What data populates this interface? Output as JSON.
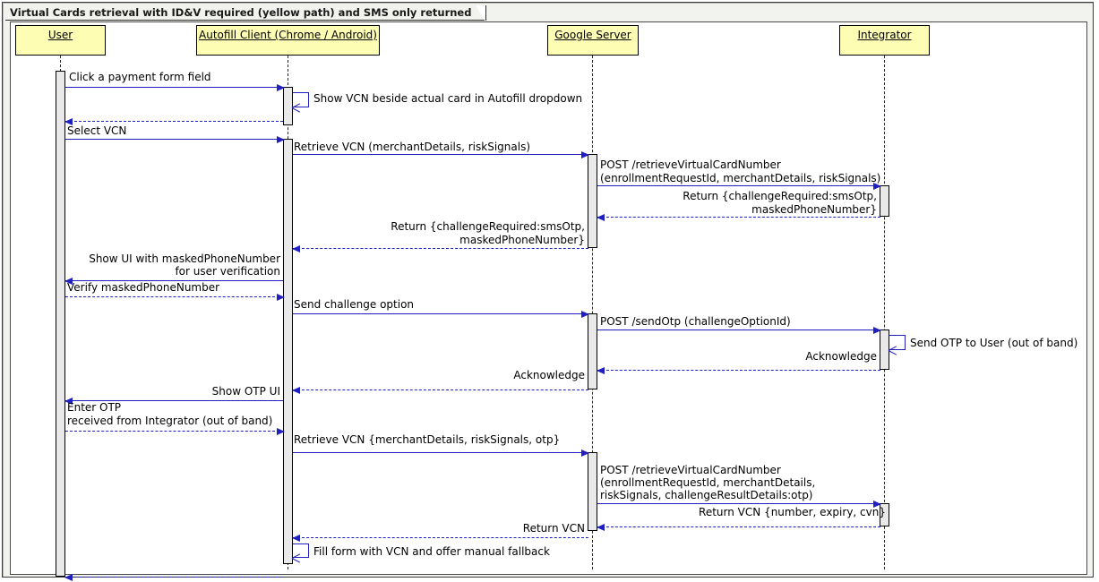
{
  "diagram": {
    "type": "uml-sequence-diagram",
    "title": "Virtual Cards retrieval with ID&V required (yellow path) and SMS only returned",
    "colors": {
      "participant_fill": "#fdfdb4",
      "participant_border": "#000000",
      "message_line": "#2020c0",
      "activation_fill": "#e9e9e9",
      "frame_background": "#f2f2ee",
      "canvas": "#ffffff"
    },
    "participants": [
      {
        "id": "user",
        "label": "User"
      },
      {
        "id": "autofill",
        "label": "Autofill Client (Chrome / Android)"
      },
      {
        "id": "google",
        "label": "Google Server"
      },
      {
        "id": "integrator",
        "label": "Integrator"
      }
    ],
    "messages": [
      {
        "n": 1,
        "from": "user",
        "to": "autofill",
        "style": "solid",
        "label": "Click a payment form field"
      },
      {
        "n": 2,
        "from": "autofill",
        "to": "autofill",
        "style": "self",
        "label": "Show VCN beside actual card in Autofill dropdown"
      },
      {
        "n": 3,
        "from": "autofill",
        "to": "user",
        "style": "dashed",
        "label": ""
      },
      {
        "n": 4,
        "from": "user",
        "to": "autofill",
        "style": "solid",
        "label": "Select VCN"
      },
      {
        "n": 5,
        "from": "autofill",
        "to": "google",
        "style": "solid",
        "label": "Retrieve VCN (merchantDetails, riskSignals)"
      },
      {
        "n": 6,
        "from": "google",
        "to": "integrator",
        "style": "solid",
        "label": "POST  /retrieveVirtualCardNumber\n(enrollmentRequestId, merchantDetails, riskSignals)"
      },
      {
        "n": 7,
        "from": "integrator",
        "to": "google",
        "style": "dashed",
        "label": "Return {challengeRequired:smsOtp,\nmaskedPhoneNumber}"
      },
      {
        "n": 8,
        "from": "google",
        "to": "autofill",
        "style": "dashed",
        "label": "Return {challengeRequired:smsOtp,\nmaskedPhoneNumber}"
      },
      {
        "n": 9,
        "from": "autofill",
        "to": "user",
        "style": "solid",
        "label": "Show UI with maskedPhoneNumber\nfor user verification"
      },
      {
        "n": 10,
        "from": "user",
        "to": "autofill",
        "style": "dashed",
        "label": "Verify maskedPhoneNumber"
      },
      {
        "n": 11,
        "from": "autofill",
        "to": "google",
        "style": "solid",
        "label": "Send challenge option"
      },
      {
        "n": 12,
        "from": "google",
        "to": "integrator",
        "style": "solid",
        "label": "POST  /sendOtp (challengeOptionId)"
      },
      {
        "n": 13,
        "from": "integrator",
        "to": "integrator",
        "style": "self",
        "label": "Send OTP to User (out of band)"
      },
      {
        "n": 14,
        "from": "integrator",
        "to": "google",
        "style": "dashed",
        "label": "Acknowledge"
      },
      {
        "n": 15,
        "from": "google",
        "to": "autofill",
        "style": "dashed",
        "label": "Acknowledge"
      },
      {
        "n": 16,
        "from": "autofill",
        "to": "user",
        "style": "solid",
        "label": "Show OTP UI"
      },
      {
        "n": 17,
        "from": "user",
        "to": "autofill",
        "style": "dashed",
        "label": "Enter OTP\nreceived from Integrator (out of band)"
      },
      {
        "n": 18,
        "from": "autofill",
        "to": "google",
        "style": "solid",
        "label": "Retrieve VCN {merchantDetails, riskSignals, otp}"
      },
      {
        "n": 19,
        "from": "google",
        "to": "integrator",
        "style": "solid",
        "label": "POST  /retrieveVirtualCardNumber\n(enrollmentRequestId, merchantDetails,\nriskSignals, challengeResultDetails:otp)"
      },
      {
        "n": 20,
        "from": "integrator",
        "to": "google",
        "style": "dashed",
        "label": "Return VCN {number, expiry, cvn}"
      },
      {
        "n": 21,
        "from": "google",
        "to": "autofill",
        "style": "dashed",
        "label": "Return VCN"
      },
      {
        "n": 22,
        "from": "autofill",
        "to": "autofill",
        "style": "self",
        "label": "Fill form with VCN and offer manual fallback"
      },
      {
        "n": 23,
        "from": "autofill",
        "to": "user",
        "style": "dashed",
        "label": ""
      }
    ],
    "labels": {
      "m1": "Click a payment form field",
      "m2": "Show VCN beside actual card in Autofill dropdown",
      "m4": "Select VCN",
      "m5": "Retrieve VCN (merchantDetails, riskSignals)",
      "m6a": "POST  /retrieveVirtualCardNumber",
      "m6b": "(enrollmentRequestId, merchantDetails, riskSignals)",
      "m7a": "Return {challengeRequired:smsOtp,",
      "m7b": "maskedPhoneNumber}",
      "m8a": "Return {challengeRequired:smsOtp,",
      "m8b": "maskedPhoneNumber}",
      "m9a": "Show UI with maskedPhoneNumber",
      "m9b": "for user verification",
      "m10": "Verify maskedPhoneNumber",
      "m11": "Send challenge option",
      "m12": "POST  /sendOtp (challengeOptionId)",
      "m13": "Send OTP to User (out of band)",
      "m14": "Acknowledge",
      "m15": "Acknowledge",
      "m16": "Show OTP UI",
      "m17a": "Enter OTP",
      "m17b": "received from Integrator (out of band)",
      "m18": "Retrieve VCN {merchantDetails, riskSignals, otp}",
      "m19a": "POST  /retrieveVirtualCardNumber",
      "m19b": "(enrollmentRequestId, merchantDetails,",
      "m19c": "riskSignals, challengeResultDetails:otp)",
      "m20": "Return VCN {number, expiry, cvn}",
      "m21": "Return VCN",
      "m22": "Fill form with VCN and offer manual fallback"
    }
  }
}
